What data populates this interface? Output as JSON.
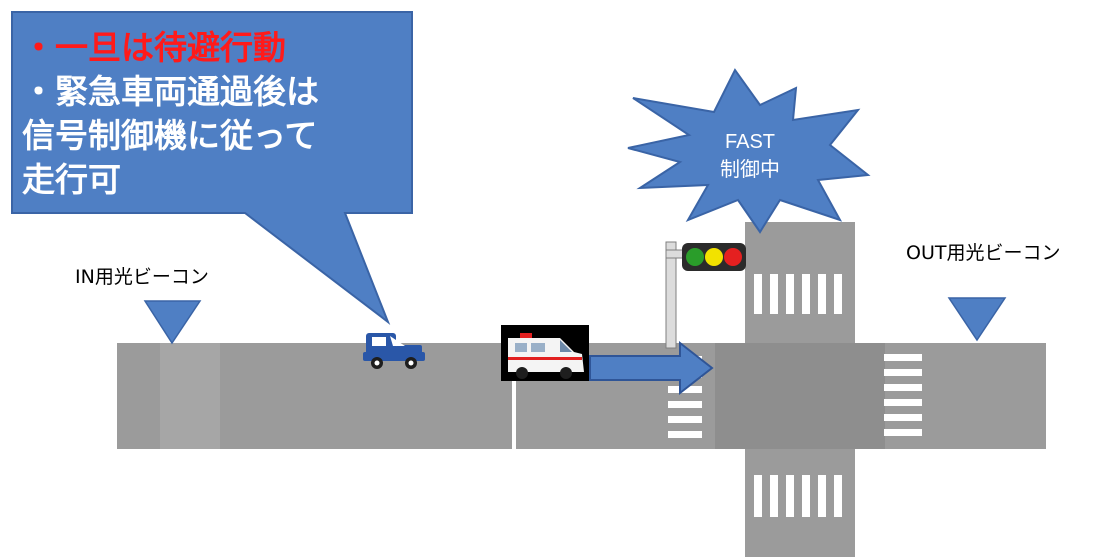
{
  "callout": {
    "line1": "・一旦は待避行動",
    "line2": "・緊急車両通過後は",
    "line3": "信号制御機に従って",
    "line4": "走行可",
    "highlight_color": "#ff1a1a",
    "fill_color": "#4f7fc4"
  },
  "burst": {
    "line1": "FAST",
    "line2": "制御中",
    "fill_color": "#4f7fc4"
  },
  "beacons": {
    "in_label": "IN用光ビーコン",
    "out_label": "OUT用光ビーコン",
    "marker_color": "#4f7fc4"
  },
  "traffic_light": {
    "lamps": [
      "#2a9d2a",
      "#f2e200",
      "#e52020"
    ]
  },
  "icons": {
    "vehicle": "pickup-truck-icon",
    "emergency": "ambulance-icon",
    "direction": "arrow-right-icon"
  }
}
